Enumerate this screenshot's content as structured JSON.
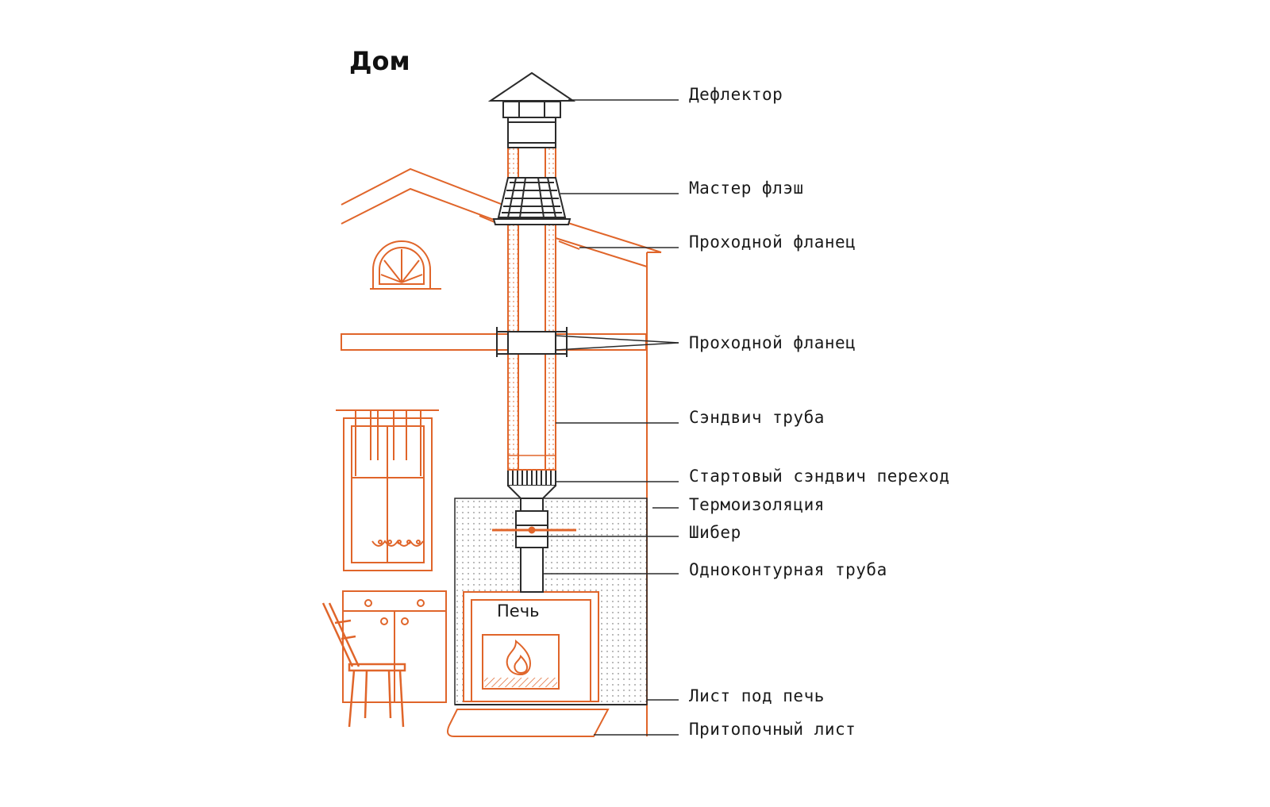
{
  "title": "Дом",
  "stove_label": "Печь",
  "labels": [
    "Дефлектор",
    "Мастер флэш",
    "Проходной фланец",
    "Проходной фланец",
    "Сэндвич труба",
    "Стартовый сэндвич переход",
    "Термоизоляция",
    "Шибер",
    "Одноконтурная труба",
    "Лист под печь",
    "Притопочный лист"
  ],
  "colors": {
    "house": "#e0652a",
    "chimney": "#2b2b2b",
    "leader": "#2b2b2b"
  }
}
